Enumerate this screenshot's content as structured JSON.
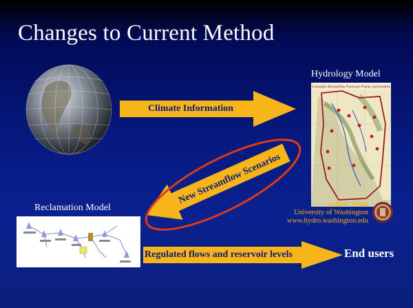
{
  "slide": {
    "title": "Changes to Current Method",
    "hydrology_label": "Hydrology Model",
    "map_caption": "Colorado Streamflow Forecast Points (schematic)",
    "climate_arrow_label": "Climate Information",
    "scenario_arrow_label": "New Streamflow Scenarios",
    "reclamation_label": "Reclamation Model",
    "regulated_arrow_label": "Regulated flows and reservoir levels",
    "end_users_label": "End users",
    "credit": {
      "name": "Andrew Wood",
      "affiliation": "University of Washington",
      "url": "www.hydro.washington.edu"
    }
  },
  "colors": {
    "arrow_fill": "#f7b51a",
    "arrow_text": "#0c1a80",
    "ellipse_stroke": "#e23a12",
    "credit_text": "#f5b400"
  },
  "icons": {
    "globe": "globe-icon",
    "map": "map-image",
    "seal": "university-seal-icon"
  }
}
